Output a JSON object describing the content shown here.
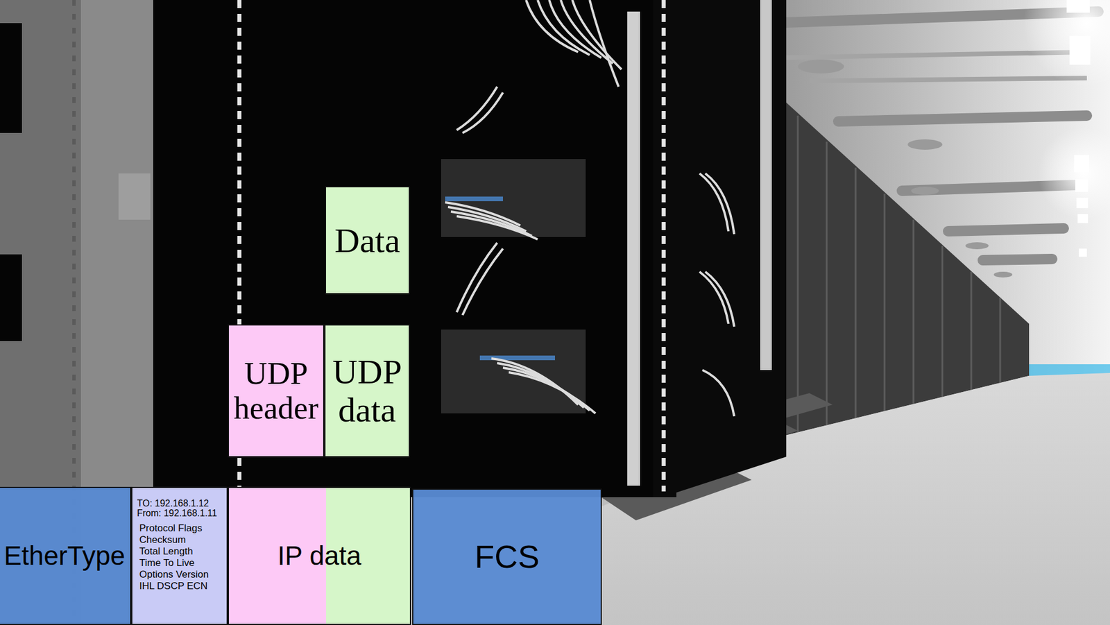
{
  "diagram": {
    "nodes": [
      {
        "text": [
          "Data"
        ]
      },
      {
        "text": [
          "UDP header"
        ]
      },
      {
        "text": [
          "UDP data"
        ]
      },
      {
        "text": [
          "EtherType"
        ]
      },
      {
        "text": [
          "TO: 192.168.1.12",
          "From: 192.168.1.11",
          "Protocol Flags",
          "Checksum",
          "Total Length",
          "Time To Live",
          "Options Version",
          "IHL DSCP ECN"
        ]
      },
      {
        "text": [
          "IP data"
        ]
      },
      {
        "text": [
          "FCS"
        ]
      }
    ]
  }
}
